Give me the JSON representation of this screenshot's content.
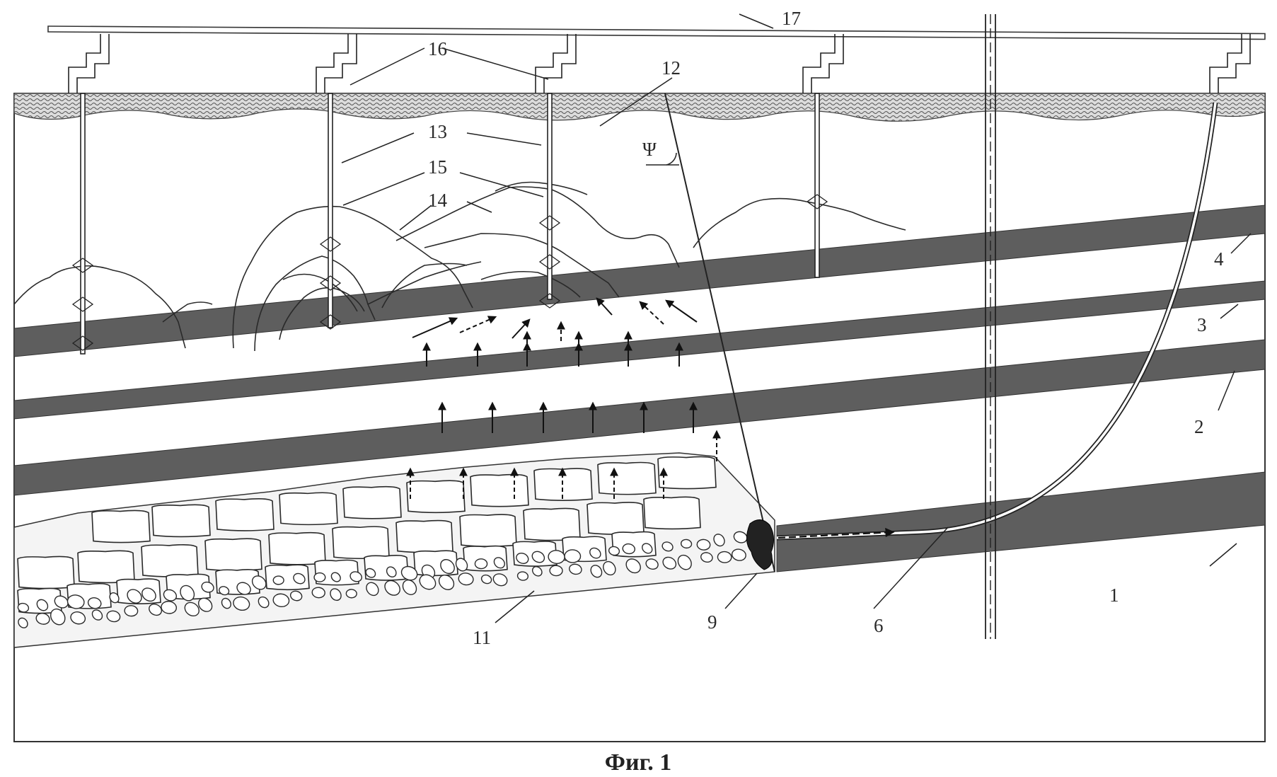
{
  "figure": {
    "caption": "Фиг. 1",
    "psi_symbol": "Ψ",
    "labels": [
      "1",
      "2",
      "3",
      "4",
      "6",
      "9",
      "11",
      "12",
      "13",
      "14",
      "15",
      "16",
      "17"
    ]
  },
  "colors": {
    "seam": "#5e5e5e",
    "line": "#2a2a2a",
    "background": "#ffffff"
  }
}
